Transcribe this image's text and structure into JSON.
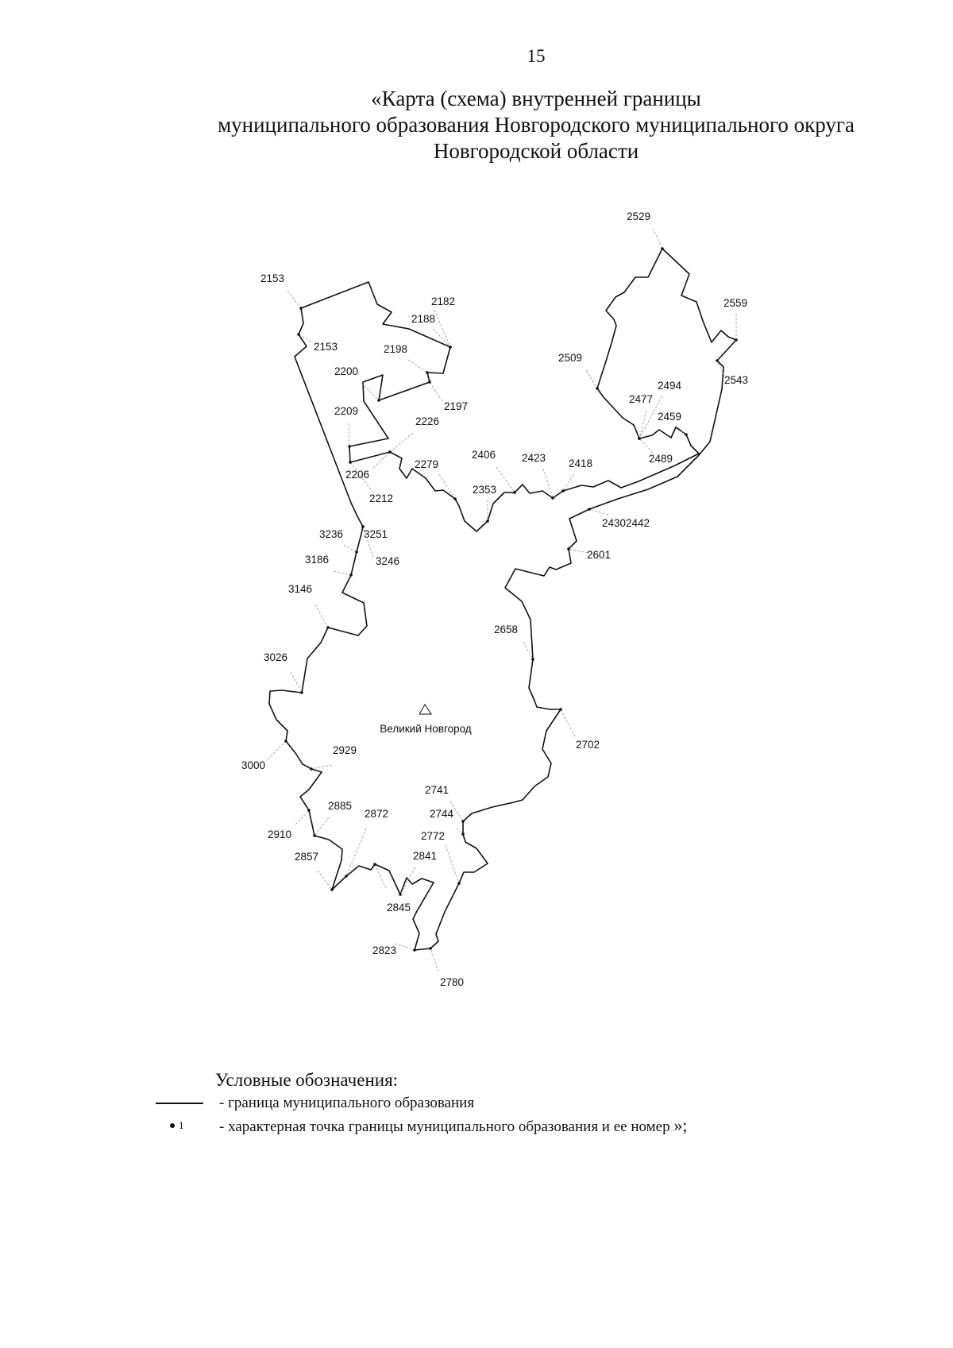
{
  "page_number": "15",
  "title_lines": [
    "«Карта (схема) внутренней границы",
    "муниципального образования Новгородского муниципального округа",
    "Новгородской области"
  ],
  "map": {
    "city_label": "Великий Новгород",
    "city_icon": "triangle-icon",
    "point_labels": [
      "2529",
      "2153",
      "2182",
      "2559",
      "2188",
      "2153",
      "2198",
      "2509",
      "2543",
      "2200",
      "2494",
      "2477",
      "2197",
      "2459",
      "2209",
      "2226",
      "2489",
      "2406",
      "2423",
      "2418",
      "2279",
      "2353",
      "2206",
      "2212",
      "24302442",
      "3236",
      "3251",
      "2601",
      "3186",
      "3246",
      "3146",
      "2658",
      "3026",
      "2702",
      "3000",
      "2929",
      "2741",
      "2885",
      "2872",
      "2744",
      "2910",
      "2772",
      "2857",
      "2841",
      "2845",
      "2823",
      "2780"
    ]
  },
  "legend": {
    "heading": "Условные обозначения:",
    "boundary_text": "- граница муниципального образования",
    "point_symbol_label": "1",
    "point_text": "- характерная точка границы муниципального образования и ее номер",
    "closing": "»;"
  }
}
